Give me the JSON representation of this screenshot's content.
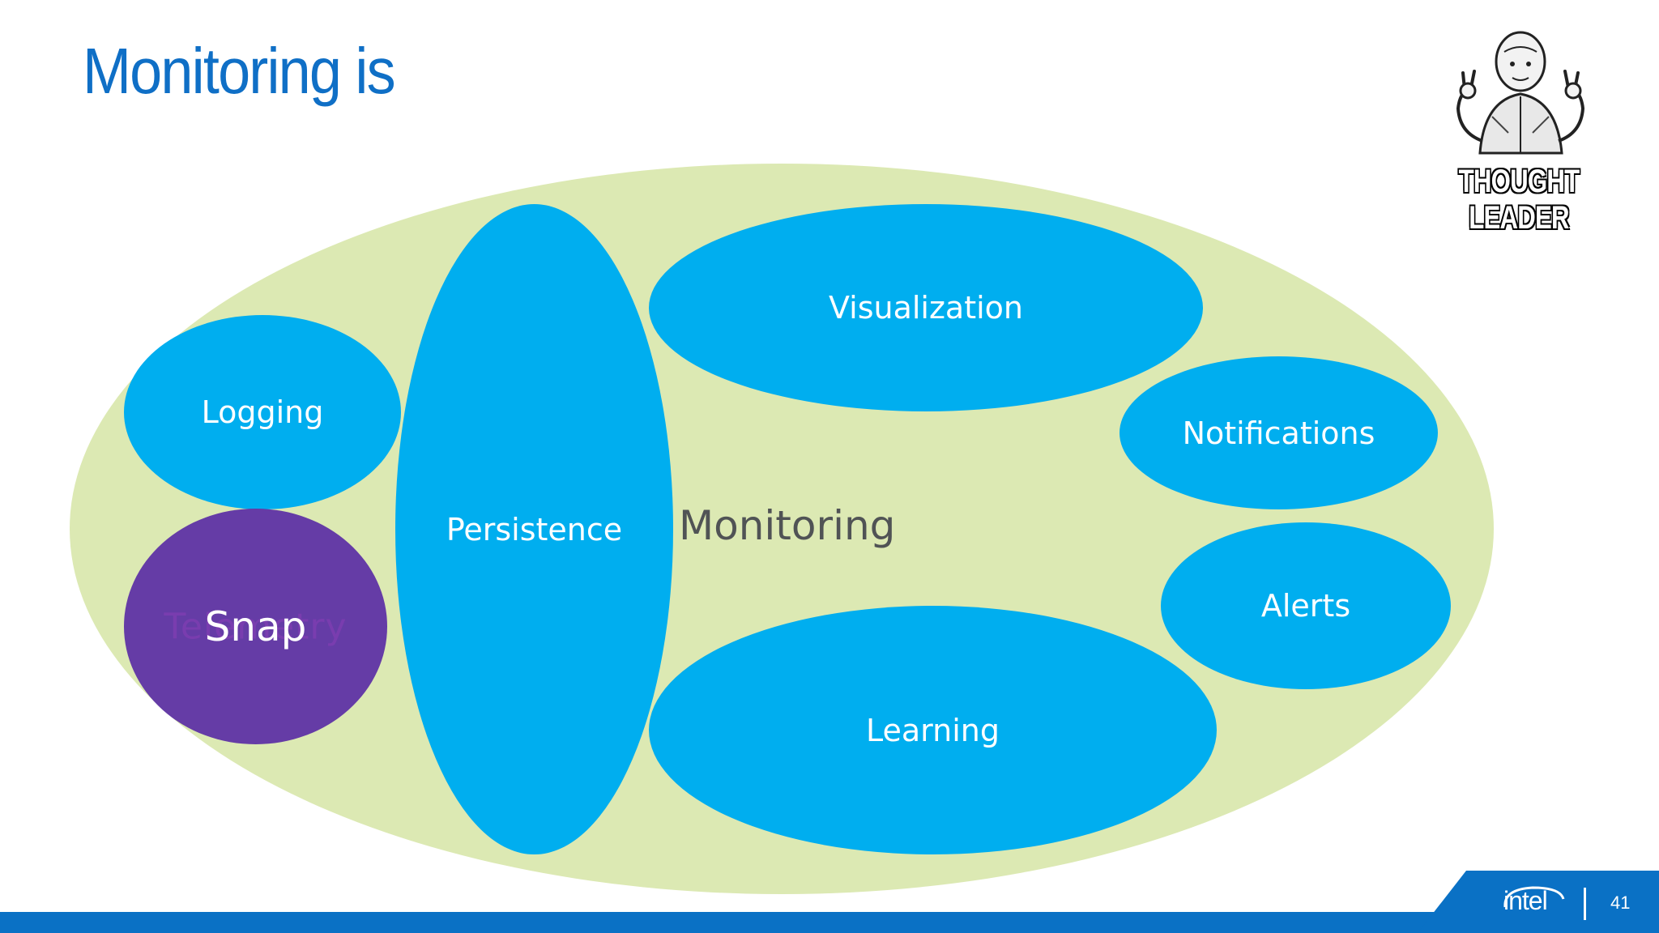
{
  "slide": {
    "title": "Monitoring is",
    "page_number": "41"
  },
  "diagram": {
    "center_label": "Monitoring",
    "nodes": {
      "logging": "Logging",
      "persistence": "Persistence",
      "visualization": "Visualization",
      "notifications": "Notifications",
      "alerts": "Alerts",
      "learning": "Learning",
      "snap": "Snap",
      "snap_underlay": "Telemetry"
    }
  },
  "meme": {
    "caption": "THOUGHT LEADER"
  },
  "footer": {
    "brand": "intel"
  },
  "colors": {
    "title": "#0f6fc6",
    "outer_ellipse": "#dce9b3",
    "node_blue": "#00aeef",
    "node_purple": "#653ca6",
    "footer_blue": "#0a71c5"
  }
}
